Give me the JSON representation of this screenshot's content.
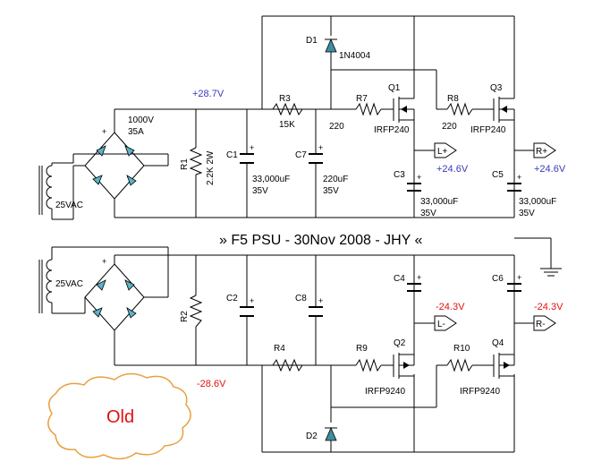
{
  "title": "» F5 PSU - 30Nov 2008 - JHY «",
  "stamp": "Old",
  "colors": {
    "positive_voltage": "#3a3ab8",
    "negative_voltage": "#e01010",
    "stamp_outline": "#e8a040",
    "diode_fill": "#5bb3c7"
  },
  "transformer": {
    "secondary_top": "25VAC",
    "secondary_bottom": "25VAC"
  },
  "bridge": {
    "rating_voltage": "1000V",
    "rating_current": "35A"
  },
  "rails": {
    "pos_raw": "+28.7V",
    "neg_raw": "-28.6V"
  },
  "resistors": {
    "r1": "R1",
    "r1_value": "2.2K 2W",
    "r2": "R2",
    "r3": "R3",
    "r3_value": "15K",
    "r4": "R4",
    "r7": "R7",
    "r7_value": "220",
    "r8": "R8",
    "r8_value": "220",
    "r9": "R9",
    "r10": "R10"
  },
  "capacitors": {
    "c1": "C1",
    "c1_value": "33,000uF",
    "c1_voltage": "35V",
    "c2": "C2",
    "c7": "C7",
    "c7_value": "220uF",
    "c7_voltage": "35V",
    "c8": "C8",
    "c3": "C3",
    "c3_value": "33,000uF",
    "c3_voltage": "35V",
    "c5": "C5",
    "c5_value": "33,000uF",
    "c5_voltage": "35V",
    "c4": "C4",
    "c6": "C6"
  },
  "diodes": {
    "d1": "D1",
    "d1_part": "1N4004",
    "d2": "D2"
  },
  "transistors": {
    "q1": "Q1",
    "q1_part": "IRFP240",
    "q3": "Q3",
    "q3_part": "IRFP240",
    "q2": "Q2",
    "q2_part": "IRFP9240",
    "q4": "Q4",
    "q4_part": "IRFP9240"
  },
  "outputs": {
    "l_plus": "L+",
    "r_plus": "R+",
    "l_minus": "L-",
    "r_minus": "R-",
    "l_plus_v": "+24.6V",
    "r_plus_v": "+24.6V",
    "l_minus_v": "-24.3V",
    "r_minus_v": "-24.3V"
  }
}
